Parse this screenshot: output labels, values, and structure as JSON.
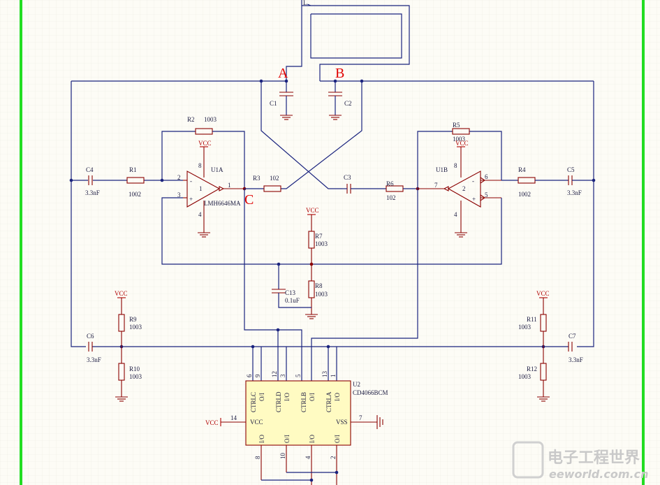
{
  "points": {
    "a": "A",
    "b": "B",
    "c": "C",
    "l": "L"
  },
  "components": {
    "c1": {
      "ref": "C1"
    },
    "c2": {
      "ref": "C2"
    },
    "c3": {
      "ref": "C3"
    },
    "c4": {
      "ref": "C4",
      "value": "3.3nF"
    },
    "c5": {
      "ref": "C5",
      "value": "3.3nF"
    },
    "c6": {
      "ref": "C6",
      "value": "3.3nF"
    },
    "c7": {
      "ref": "C7",
      "value": "3.3nF"
    },
    "c13": {
      "ref": "C13",
      "value": "0.1uF"
    },
    "r1": {
      "ref": "R1",
      "value": "1002"
    },
    "r2": {
      "ref": "R2",
      "value": "1003"
    },
    "r3": {
      "ref": "R3",
      "value": "102"
    },
    "r4": {
      "ref": "R4",
      "value": "1002"
    },
    "r5": {
      "ref": "R5",
      "value": "1003"
    },
    "r6": {
      "ref": "R6",
      "value": "102"
    },
    "r7": {
      "ref": "R7",
      "value": "1003"
    },
    "r8": {
      "ref": "R8",
      "value": "1003"
    },
    "r9": {
      "ref": "R9",
      "value": "1003"
    },
    "r10": {
      "ref": "R10",
      "value": "1003"
    },
    "r11": {
      "ref": "R11",
      "value": "1003"
    },
    "r12": {
      "ref": "R12",
      "value": "1003"
    },
    "u1a": {
      "ref": "U1A",
      "part": "LMH6646MA",
      "pins": {
        "inv": "2",
        "noninv": "3",
        "out": "1",
        "vpos": "8",
        "vneg": "4"
      },
      "minus": "-",
      "plus": "+",
      "unit": "1"
    },
    "u1b": {
      "ref": "U1B",
      "pins": {
        "inv": "6",
        "noninv": "5",
        "out": "7",
        "vpos": "8",
        "vneg": "4"
      },
      "minus": "-",
      "plus": "+",
      "unit": "2"
    },
    "u2": {
      "ref": "U2",
      "part": "CD4066BCM",
      "top_pins": [
        "6",
        "9",
        "12",
        "3",
        "5",
        "13",
        "1"
      ],
      "top_labels": [
        "CTRLC",
        "O/I",
        "CTRLD",
        "I/O",
        "CTRLB",
        "O/I",
        "CTRLA",
        "I/O"
      ],
      "bottom_pins": [
        "8",
        "10",
        "4",
        "2"
      ],
      "bottom_labels": [
        "I/O",
        "O/I",
        "I/O",
        "O/I"
      ],
      "vcc_pin": "14",
      "vcc_label": "VCC",
      "vss_pin": "7",
      "vss_label": "VSS"
    }
  },
  "power": {
    "vcc": "VCC"
  },
  "watermark": {
    "cn": "电子工程世界",
    "en": "eeworld.com.cn"
  },
  "colors": {
    "wire": "#1a237e",
    "part": "#8b0000",
    "marker": "#e00000",
    "border": "#22dd22",
    "chip_fill": "#fffbc2"
  }
}
